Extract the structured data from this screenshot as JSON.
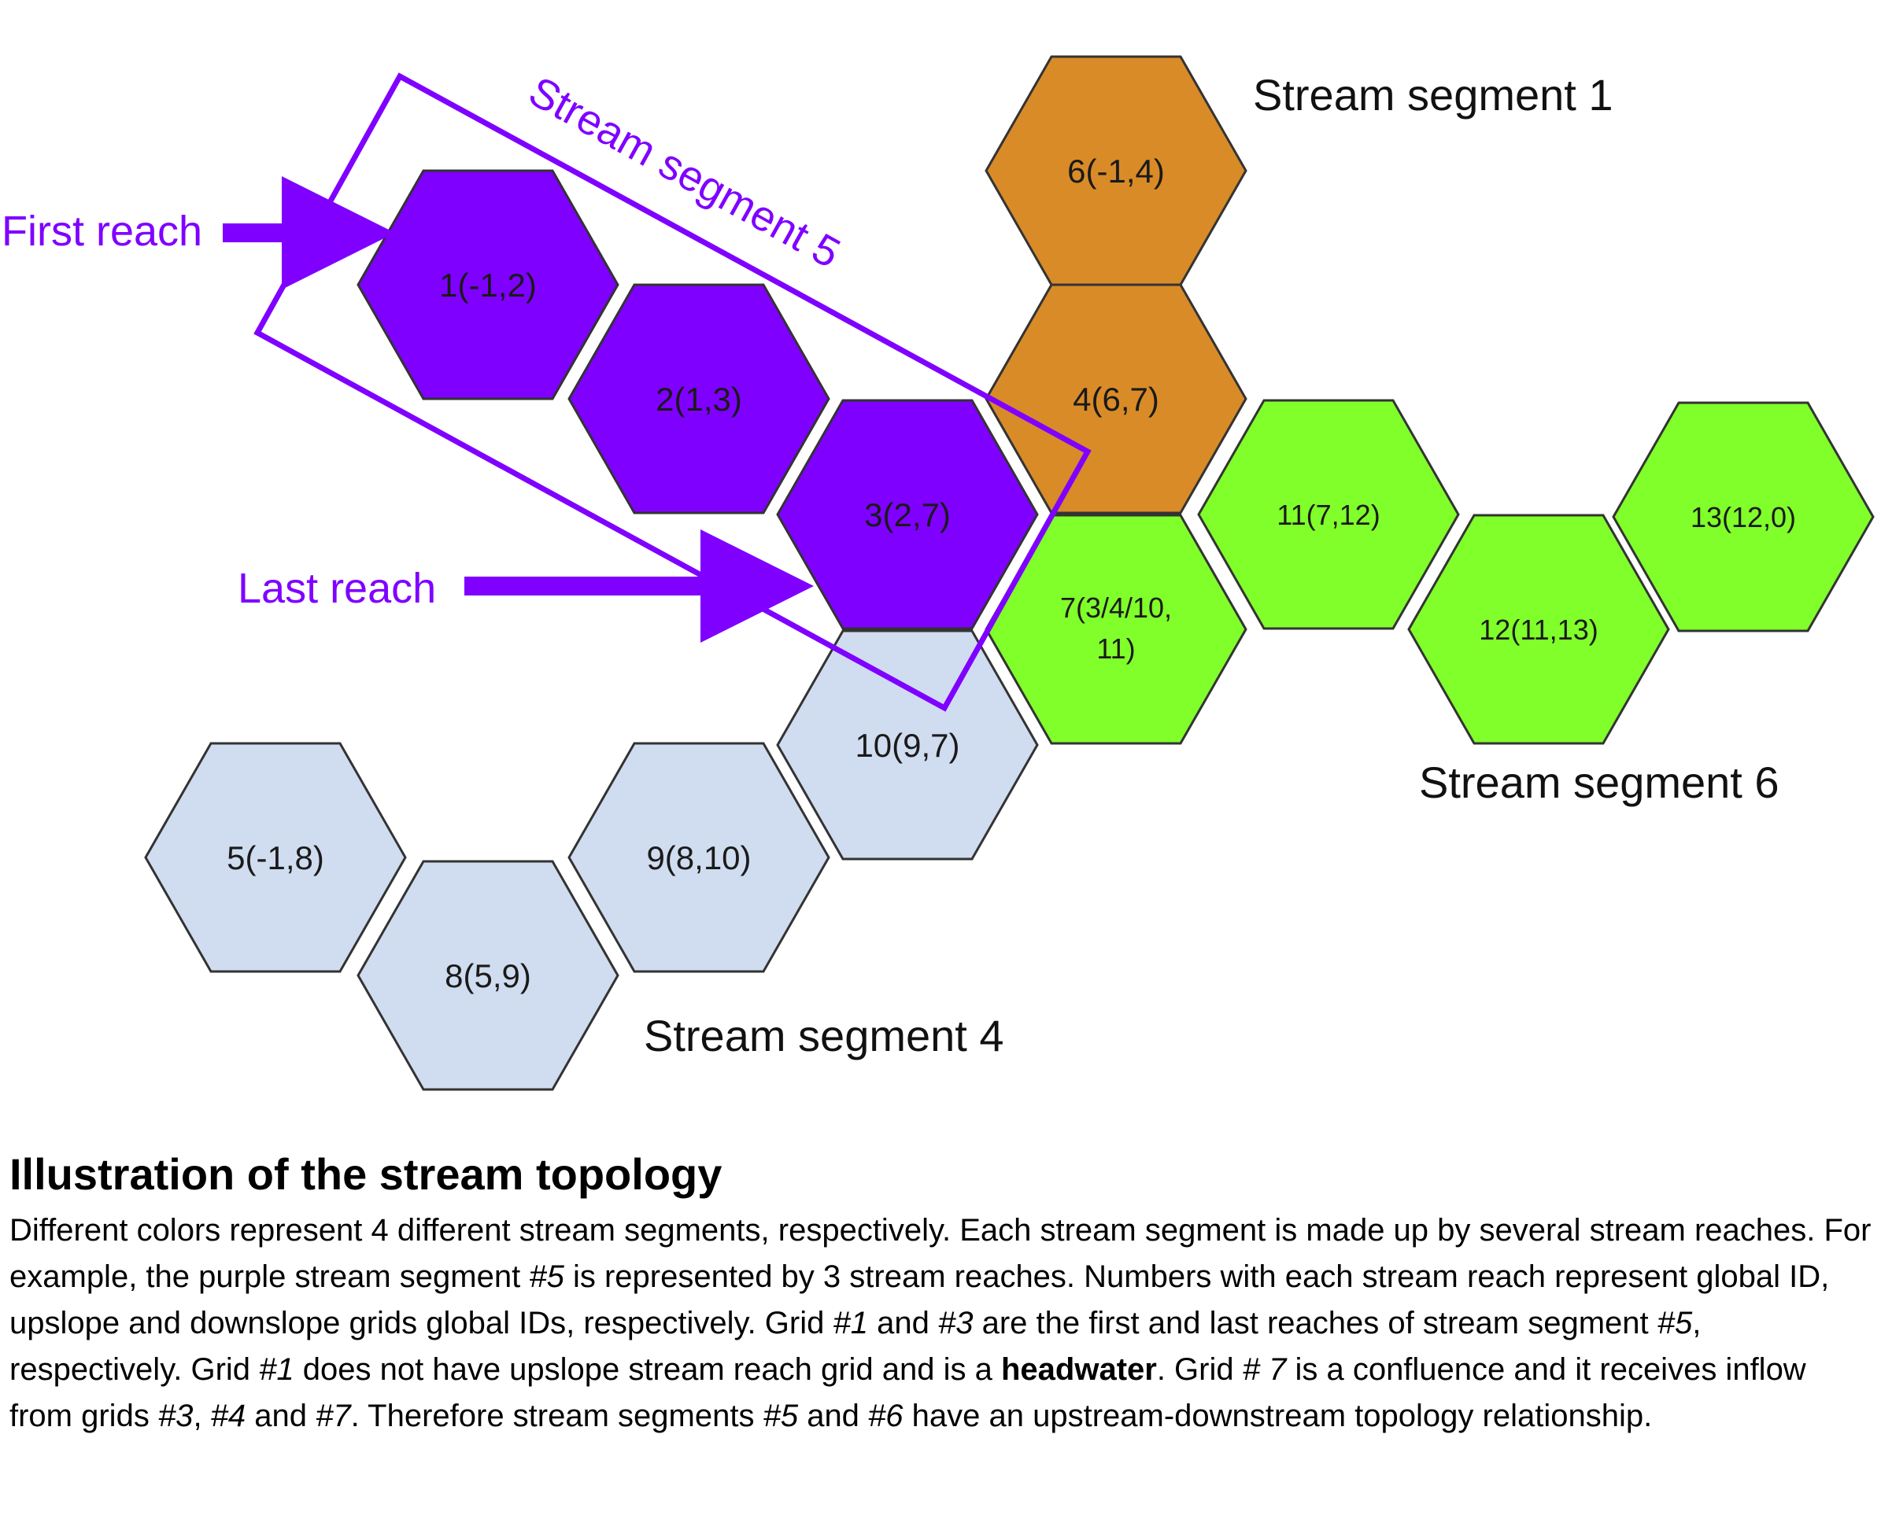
{
  "colors": {
    "segment5": "#7f00ff",
    "segment1": "#d98b28",
    "segment6": "#80ff2a",
    "segment4": "#d0dcef",
    "outline": "#333333",
    "annotation": "#7f00ff"
  },
  "diagram": {
    "hexes": [
      {
        "id": "1",
        "label": "1(-1,2)",
        "segment": "segment5"
      },
      {
        "id": "2",
        "label": "2(1,3)",
        "segment": "segment5"
      },
      {
        "id": "3",
        "label": "3(2,7)",
        "segment": "segment5"
      },
      {
        "id": "6",
        "label": "6(-1,4)",
        "segment": "segment1"
      },
      {
        "id": "4",
        "label": "4(6,7)",
        "segment": "segment1"
      },
      {
        "id": "7",
        "label_line1": "7(3/4/10,",
        "label_line2": "11)",
        "segment": "segment6"
      },
      {
        "id": "11",
        "label": "11(7,12)",
        "segment": "segment6"
      },
      {
        "id": "12",
        "label": "12(11,13)",
        "segment": "segment6"
      },
      {
        "id": "13",
        "label": "13(12,0)",
        "segment": "segment6"
      },
      {
        "id": "10",
        "label": "10(9,7)",
        "segment": "segment4"
      },
      {
        "id": "9",
        "label": "9(8,10)",
        "segment": "segment4"
      },
      {
        "id": "8",
        "label": "8(5,9)",
        "segment": "segment4"
      },
      {
        "id": "5",
        "label": "5(-1,8)",
        "segment": "segment4"
      }
    ],
    "segment_labels": {
      "segment1": "Stream segment 1",
      "segment5": "Stream segment 5",
      "segment6": "Stream segment 6",
      "segment4": "Stream segment 4"
    },
    "annotations": {
      "first_reach": "First reach",
      "last_reach": "Last reach"
    }
  },
  "caption": {
    "title": "Illustration of the stream topology",
    "body": [
      {
        "t": "Different colors represent 4 different stream segments, respectively. Each stream segment is made up by several stream reaches. For example, the purple stream segment "
      },
      {
        "i": "#5"
      },
      {
        "t": " is represented by 3 stream reaches. Numbers with each stream reach represent global ID, upslope and downslope grids global IDs, respectively. Grid "
      },
      {
        "i": "#1"
      },
      {
        "t": " and "
      },
      {
        "i": "#3"
      },
      {
        "t": " are the first and last reaches of stream segment "
      },
      {
        "i": "#5"
      },
      {
        "t": ", respectively. Grid "
      },
      {
        "i": "#1"
      },
      {
        "t": " does not have upslope stream reach grid and is a "
      },
      {
        "b": "headwater"
      },
      {
        "t": ". Grid "
      },
      {
        "i": "# 7"
      },
      {
        "t": " is a confluence and it receives inflow from grids "
      },
      {
        "i": "#3"
      },
      {
        "t": ", "
      },
      {
        "i": "#4"
      },
      {
        "t": " and "
      },
      {
        "i": "#7"
      },
      {
        "t": ". Therefore stream segments "
      },
      {
        "i": "#5"
      },
      {
        "t": " and "
      },
      {
        "i": "#6"
      },
      {
        "t": " have an upstream-downstream topology relationship."
      }
    ]
  }
}
